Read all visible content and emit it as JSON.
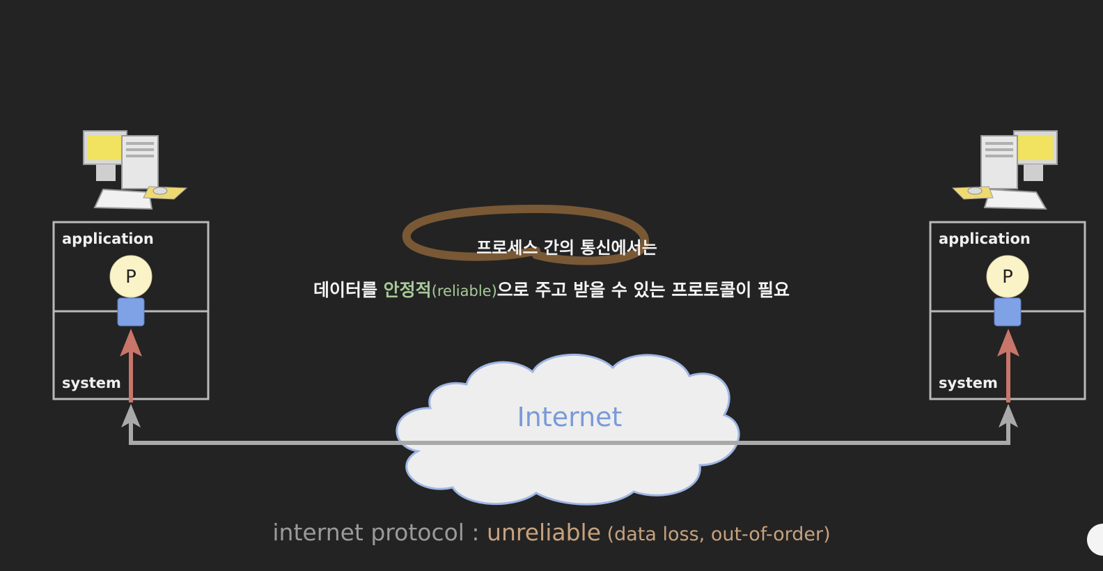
{
  "left_host": {
    "application_label": "application",
    "system_label": "system",
    "process_label": "P"
  },
  "right_host": {
    "application_label": "application",
    "system_label": "system",
    "process_label": "P"
  },
  "network": {
    "cloud_label": "Internet"
  },
  "headline": {
    "line1": "프로세스 간의 통신에서는",
    "line2_prefix": "데이터를 ",
    "line2_highlight": "안정적",
    "line2_paren": "(reliable)",
    "line2_suffix": "으로 주고 받을 수 있는 프로토콜이 필요"
  },
  "footer": {
    "prefix": "internet protocol : ",
    "keyword": "unreliable",
    "detail": " (data loss, out-of-order)"
  },
  "colors": {
    "background": "#232323",
    "box_stroke": "#b9b9b9",
    "process_fill": "#fbf3c8",
    "socket_fill": "#7fa1e6",
    "up_arrow": "#c9756a",
    "network_line": "#a9a9a9",
    "cloud_stroke": "#9fb6e4",
    "highlight_green": "#a8c99a",
    "annotation_brown": "#7e5c37",
    "footer_gray": "#9a9a9a",
    "footer_tan": "#c7a27e"
  }
}
